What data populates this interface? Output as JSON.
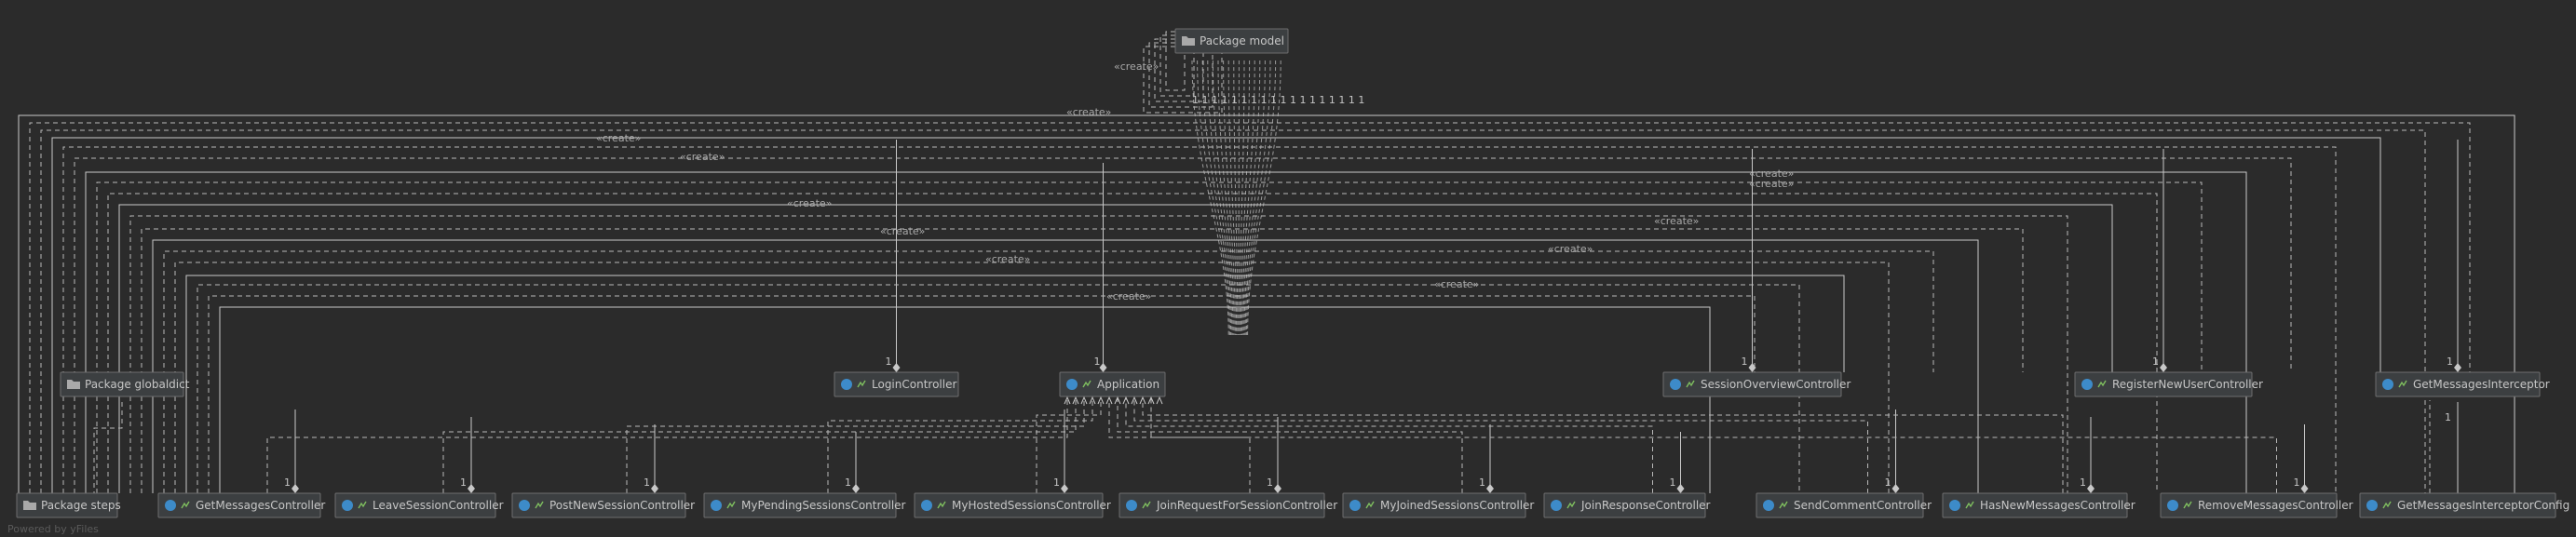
{
  "nodes": [
    {
      "id": "pkg-model",
      "kind": "package",
      "label": "Package model"
    },
    {
      "id": "pkg-globaldict",
      "kind": "package",
      "label": "Package globaldict"
    },
    {
      "id": "pkg-steps",
      "kind": "package",
      "label": "Package steps"
    },
    {
      "id": "LoginController",
      "kind": "class",
      "label": "LoginController"
    },
    {
      "id": "Application",
      "kind": "class",
      "label": "Application"
    },
    {
      "id": "SessionOverviewController",
      "kind": "class",
      "label": "SessionOverviewController"
    },
    {
      "id": "RegisterNewUserController",
      "kind": "class",
      "label": "RegisterNewUserController"
    },
    {
      "id": "GetMessagesInterceptor",
      "kind": "class",
      "label": "GetMessagesInterceptor"
    },
    {
      "id": "GetMessagesController",
      "kind": "class",
      "label": "GetMessagesController"
    },
    {
      "id": "LeaveSessionController",
      "kind": "class",
      "label": "LeaveSessionController"
    },
    {
      "id": "PostNewSessionController",
      "kind": "class",
      "label": "PostNewSessionController"
    },
    {
      "id": "MyPendingSessionsController",
      "kind": "class",
      "label": "MyPendingSessionsController"
    },
    {
      "id": "MyHostedSessionsController",
      "kind": "class",
      "label": "MyHostedSessionsController"
    },
    {
      "id": "JoinRequestForSessionController",
      "kind": "class",
      "label": "JoinRequestForSessionController"
    },
    {
      "id": "MyJoinedSessionsController",
      "kind": "class",
      "label": "MyJoinedSessionsController"
    },
    {
      "id": "JoinResponseController",
      "kind": "class",
      "label": "JoinResponseController"
    },
    {
      "id": "SendCommentController",
      "kind": "class",
      "label": "SendCommentController"
    },
    {
      "id": "HasNewMessagesController",
      "kind": "class",
      "label": "HasNewMessagesController"
    },
    {
      "id": "RemoveMessagesController",
      "kind": "class",
      "label": "RemoveMessagesController"
    },
    {
      "id": "GetMessagesInterceptorConfig",
      "kind": "class",
      "label": "GetMessagesInterceptorConfig"
    }
  ],
  "edge_labels": {
    "create": "«create»",
    "multiplicity_one": "1",
    "model_multiplicity_row": "1 1 1 1 1 1 1 1 1 1 1 1 1 1 1 1 1 1"
  },
  "footer": "Powered by yFiles",
  "colors": {
    "background": "#2b2b2b",
    "node_fill": "#3c3f41",
    "node_border": "#6e6e6e",
    "class_icon": "#3d8bc9",
    "package_icon": "#a9a9a9",
    "line": "#b8b8b8"
  }
}
